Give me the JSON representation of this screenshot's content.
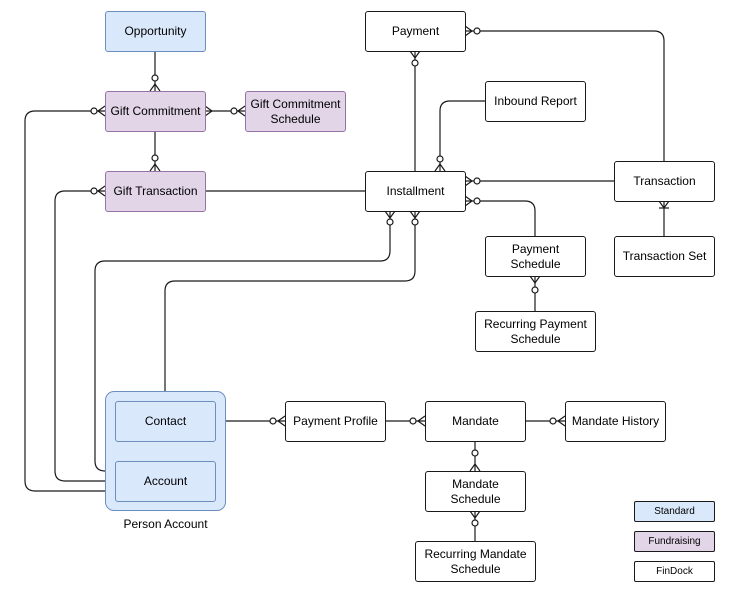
{
  "entities": {
    "opportunity": "Opportunity",
    "gift_commitment": "Gift Commitment",
    "gift_commitment_schedule": "Gift Commitment Schedule",
    "gift_transaction": "Gift Transaction",
    "payment": "Payment",
    "inbound_report": "Inbound Report",
    "installment": "Installment",
    "transaction": "Transaction",
    "transaction_set": "Transaction Set",
    "payment_schedule": "Payment Schedule",
    "recurring_payment_schedule": "Recurring Payment Schedule",
    "contact": "Contact",
    "account": "Account",
    "payment_profile": "Payment Profile",
    "mandate": "Mandate",
    "mandate_history": "Mandate History",
    "mandate_schedule": "Mandate Schedule",
    "recurring_mandate_schedule": "Recurring Mandate Schedule"
  },
  "group": {
    "person_account": "Person Account"
  },
  "legend": {
    "standard": "Standard",
    "fundraising": "Fundraising",
    "findock": "FinDock"
  },
  "colors": {
    "standard_fill": "#dae8fc",
    "standard_stroke": "#6c8ebf",
    "fundraising_fill": "#e1d5e7",
    "fundraising_stroke": "#9673a6",
    "findock_fill": "#ffffff",
    "line": "#1a1a1a"
  }
}
